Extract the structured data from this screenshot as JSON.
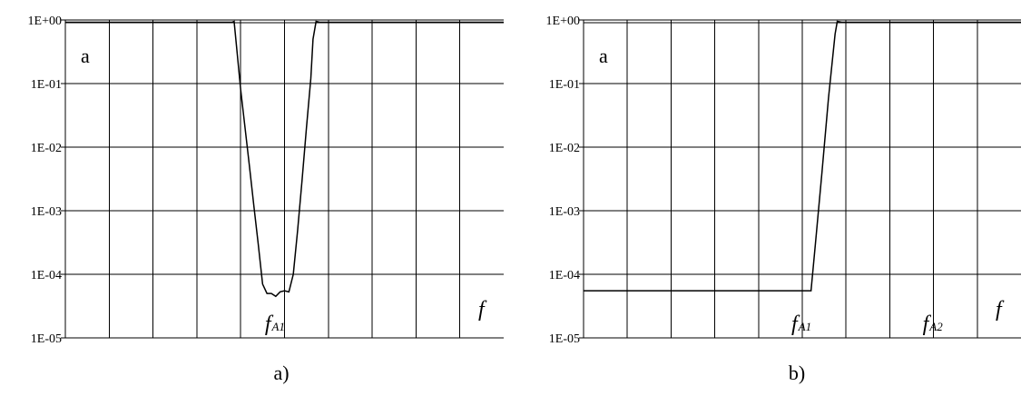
{
  "chart_data": [
    {
      "type": "line",
      "caption": "a)",
      "ylabel": "a",
      "xlabel": "f",
      "yscale": "log",
      "ylim": [
        1e-05,
        1
      ],
      "yticks": [
        "1E+00",
        "1E-01",
        "1E-02",
        "1E-03",
        "1E-04",
        "1E-05"
      ],
      "xlim": [
        0,
        10
      ],
      "x_gridlines": [
        1,
        2,
        3,
        4,
        5,
        6,
        7,
        8,
        9
      ],
      "grid": true,
      "annotations": [
        {
          "main": "f",
          "sub": "A1",
          "x": 4.8
        }
      ],
      "series": [
        {
          "points": [
            [
              0,
              0.92
            ],
            [
              3.8,
              0.92
            ],
            [
              3.85,
              0.95
            ],
            [
              3.92,
              0.3
            ],
            [
              4.0,
              0.08
            ],
            [
              4.1,
              0.02
            ],
            [
              4.2,
              0.005
            ],
            [
              4.3,
              0.0012
            ],
            [
              4.4,
              0.0003
            ],
            [
              4.5,
              7e-05
            ],
            [
              4.6,
              5e-05
            ],
            [
              4.7,
              5e-05
            ],
            [
              4.8,
              4.5e-05
            ],
            [
              4.9,
              5.3e-05
            ],
            [
              5.0,
              5.5e-05
            ],
            [
              5.1,
              5.3e-05
            ],
            [
              5.2,
              0.0001
            ],
            [
              5.3,
              0.0005
            ],
            [
              5.4,
              0.003
            ],
            [
              5.5,
              0.02
            ],
            [
              5.6,
              0.12
            ],
            [
              5.65,
              0.5
            ],
            [
              5.72,
              0.95
            ],
            [
              5.8,
              0.92
            ],
            [
              10,
              0.92
            ]
          ]
        }
      ]
    },
    {
      "type": "line",
      "caption": "b)",
      "ylabel": "a",
      "xlabel": "f",
      "yscale": "log",
      "ylim": [
        1e-05,
        1
      ],
      "yticks": [
        "1E+00",
        "1E-01",
        "1E-02",
        "1E-03",
        "1E-04",
        "1E-05"
      ],
      "xlim": [
        0,
        10
      ],
      "x_gridlines": [
        1,
        2,
        3,
        4,
        5,
        6,
        7,
        8,
        9
      ],
      "grid": true,
      "annotations": [
        {
          "main": "f",
          "sub": "A1",
          "x": 5.0
        },
        {
          "main": "f",
          "sub": "A2",
          "x": 8.0
        }
      ],
      "series": [
        {
          "points": [
            [
              0,
              5.5e-05
            ],
            [
              5.1,
              5.5e-05
            ],
            [
              5.2,
              5.5e-05
            ],
            [
              5.3,
              0.0003
            ],
            [
              5.45,
              0.004
            ],
            [
              5.6,
              0.06
            ],
            [
              5.75,
              0.6
            ],
            [
              5.8,
              0.95
            ],
            [
              5.9,
              0.92
            ],
            [
              10,
              0.92
            ]
          ]
        }
      ]
    }
  ]
}
